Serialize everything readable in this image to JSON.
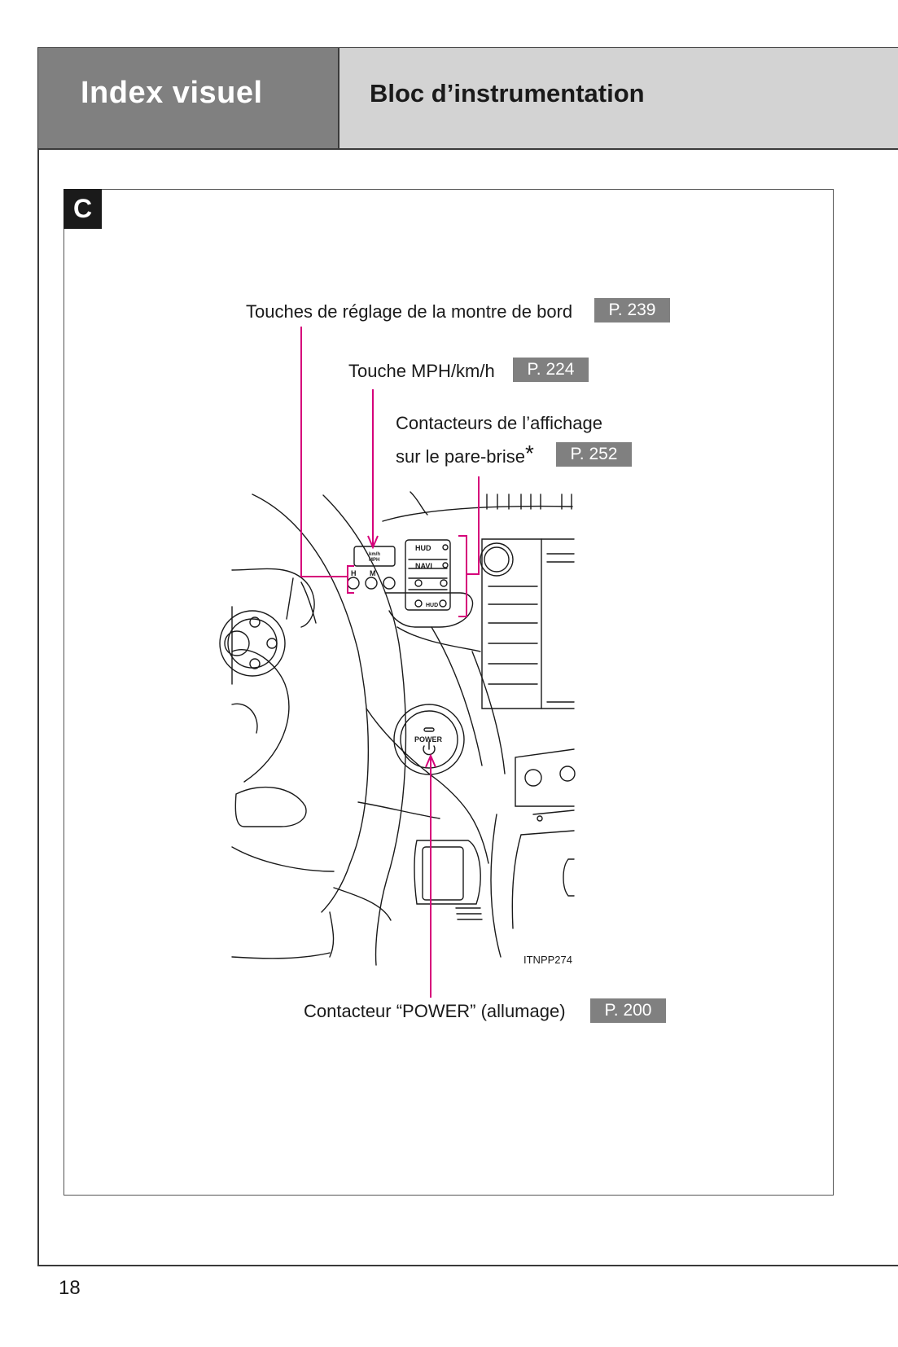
{
  "header": {
    "section_title": "Index visuel",
    "page_title": "Bloc d’instrumentation"
  },
  "section": {
    "badge": "C"
  },
  "callouts": [
    {
      "label": "Touches de réglage de la montre de bord",
      "page_ref": "P. 239"
    },
    {
      "label": "Touche MPH/km/h",
      "page_ref": "P. 224"
    },
    {
      "label_line1": "Contacteurs de l’affichage",
      "label_line2": "sur le pare-brise",
      "asterisk": "*",
      "page_ref": "P. 252"
    },
    {
      "label": "Contacteur “POWER” (allumage)",
      "page_ref": "P. 200"
    }
  ],
  "illustration": {
    "figure_code": "ITNPP274",
    "labels": {
      "hud": "HUD",
      "navi": "NAVI",
      "kmh": "km/h",
      "mph": "MPH",
      "h": "H",
      "m": "M",
      "hud_small": "HUD",
      "power": "POWER"
    }
  },
  "accent_color": "#d6007a",
  "page_number": "18"
}
